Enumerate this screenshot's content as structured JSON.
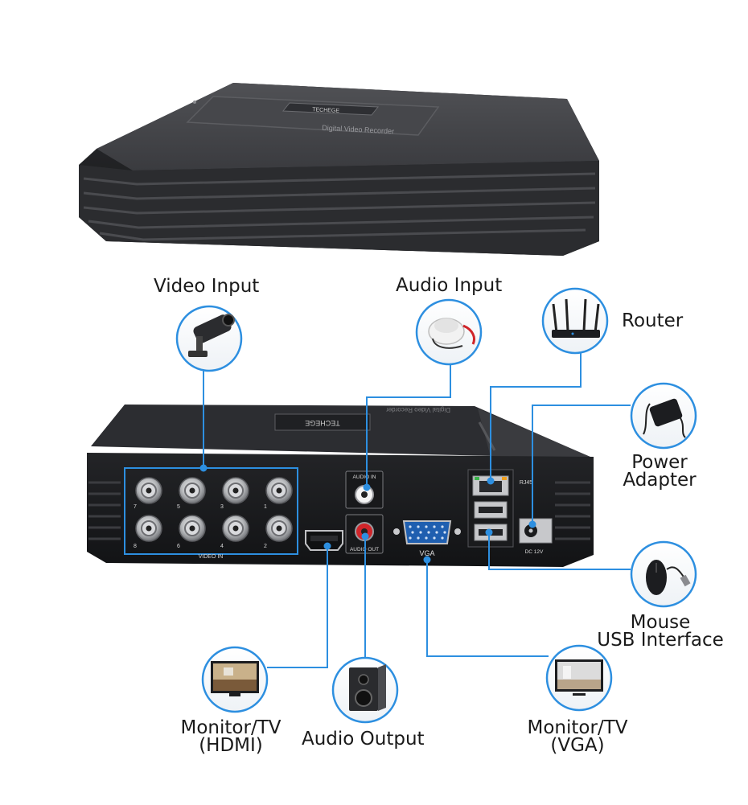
{
  "brand": "TECHEGE",
  "top_device_subtitle": "Digital Video Recorder",
  "rear_device_subtitle": "Digital Video Recorder",
  "colors": {
    "connector_line": "#2d8fe0",
    "device_body": "#3a3b3e",
    "device_dark": "#1c1d20",
    "background": "#ffffff"
  },
  "labels": {
    "video_input": "Video Input",
    "audio_input": "Audio Input",
    "router": "Router",
    "power_line1": "Power",
    "power_line2": "Adapter",
    "mouse_line1": "Mouse",
    "mouse_line2": "USB Interface",
    "monitor_hdmi_line1": "Monitor/TV",
    "monitor_hdmi_line2": "(HDMI)",
    "audio_output": "Audio Output",
    "monitor_vga_line1": "Monitor/TV",
    "monitor_vga_line2": "(VGA)"
  },
  "panel": {
    "video_in": "VIDEO IN",
    "audio_in": "AUDIO IN",
    "audio_out": "AUDIO OUT",
    "vga": "VGA",
    "rj45": "RJ45",
    "dc": "DC 12V",
    "bnc_top_numbers": [
      "7",
      "5",
      "3",
      "1"
    ],
    "bnc_bottom_numbers": [
      "8",
      "6",
      "4",
      "2"
    ]
  },
  "icons": [
    "camera-icon",
    "microphone-icon",
    "router-icon",
    "power-adapter-icon",
    "mouse-icon",
    "monitor-icon",
    "speaker-icon",
    "monitor-icon"
  ]
}
